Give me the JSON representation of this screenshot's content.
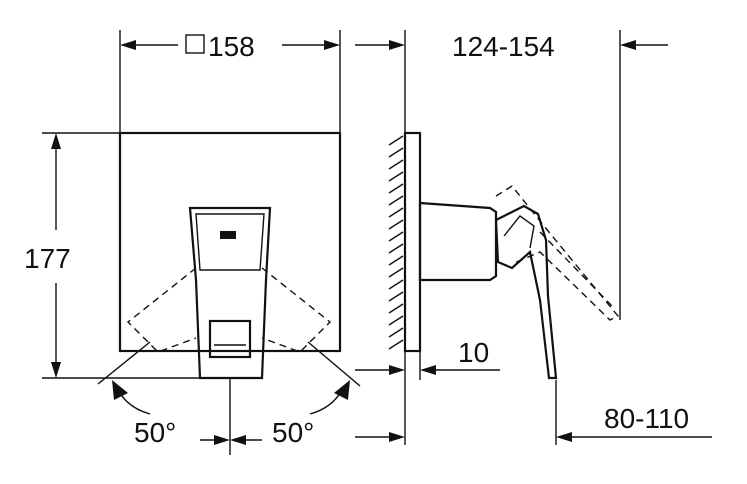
{
  "dimensions": {
    "width_label": "158",
    "width_symbol": "square",
    "height_label": "177",
    "depth_label": "124-154",
    "plate_label": "10",
    "reach_label": "80-110",
    "angle_left_label": "50°",
    "angle_right_label": "50°"
  },
  "colors": {
    "line": "#111111",
    "background": "#ffffff"
  }
}
